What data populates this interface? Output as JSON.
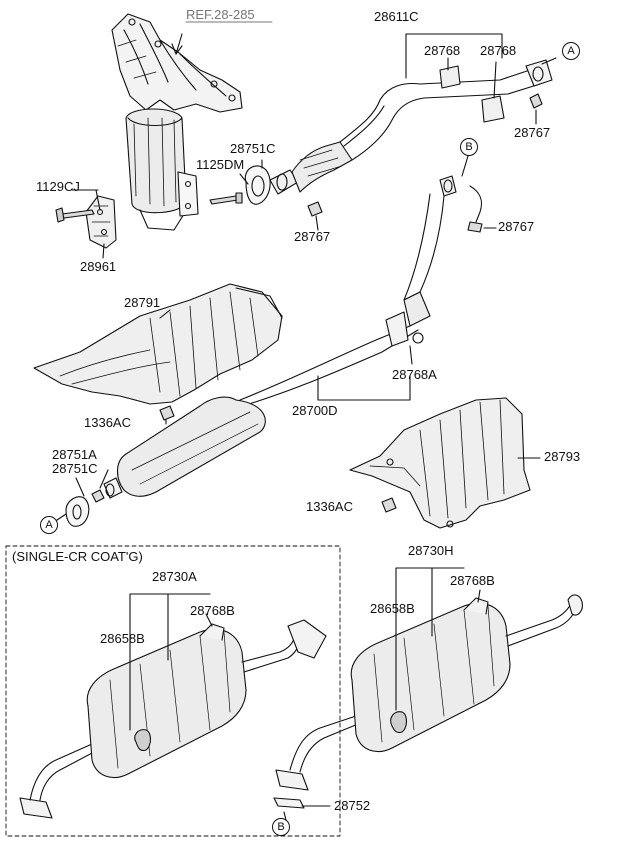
{
  "diagram": {
    "ref_note": "REF.28-285",
    "labels": {
      "l28611C": "28611C",
      "l28768_a": "28768",
      "l28768_b": "28768",
      "l28767_a": "28767",
      "l28751C_a": "28751C",
      "l1125DM": "1125DM",
      "l1129CJ": "1129CJ",
      "l28767_b": "28767",
      "l28961": "28961",
      "l28767_c": "28767",
      "l28791": "28791",
      "l28768A": "28768A",
      "l1336AC_a": "1336AC",
      "l28700D": "28700D",
      "l28751A": "28751A",
      "l28751C_b": "28751C",
      "l28793": "28793",
      "l1336AC_b": "1336AC",
      "l28730H": "28730H",
      "l28768B_a": "28768B",
      "l28658B_a": "28658B",
      "l28730A": "28730A",
      "l28768B_b": "28768B",
      "l28658B_b": "28658B",
      "l28752": "28752"
    },
    "connectors": {
      "a_top": "A",
      "b_top": "B",
      "a_left": "A",
      "b_bottom": "B"
    },
    "inset_title": "(SINGLE-CR COAT'G)"
  }
}
